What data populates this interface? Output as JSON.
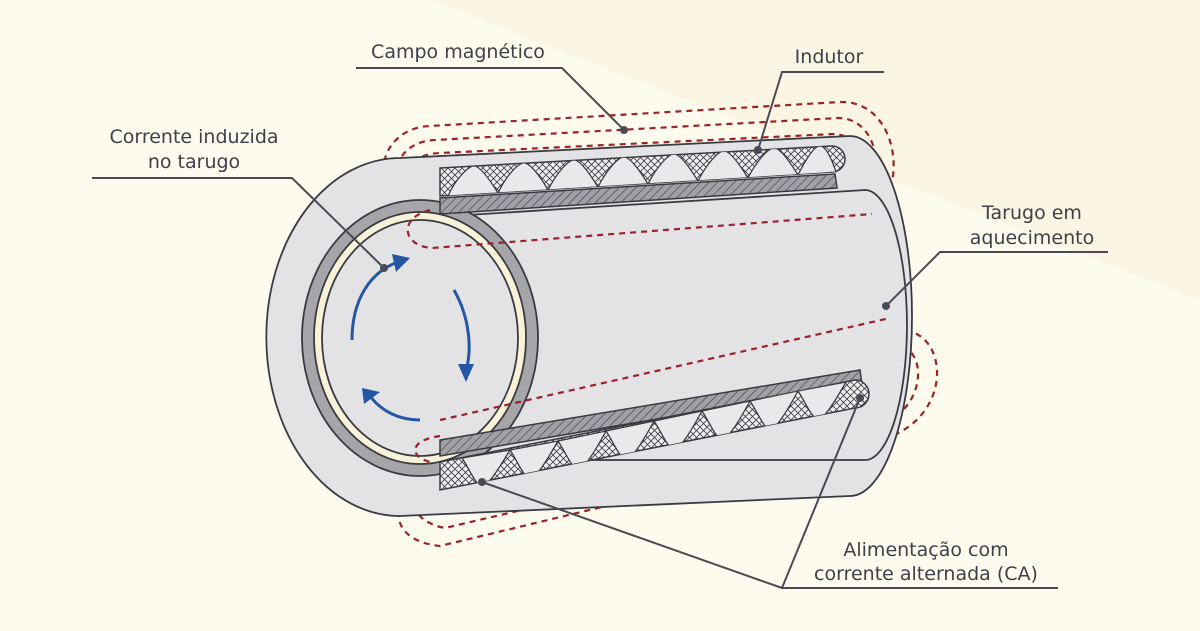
{
  "labels": {
    "magnetic_field": "Campo magnético",
    "inductor": "Indutor",
    "induced_current_line1": "Corrente induzida",
    "induced_current_line2": "no tarugo",
    "billet_line1": "Tarugo em",
    "billet_line2": "aquecimento",
    "ac_supply_line1": "Alimentação com",
    "ac_supply_line2": "corrente alternada (CA)"
  },
  "colors": {
    "background": "#fbf6e3",
    "background_band": "#fdfaee",
    "billet": "#e3e3e6",
    "outline": "#3a3a42",
    "field_lines": "#9b2328",
    "current_arrows": "#2456a4",
    "leader_lines": "#4a4a55",
    "coil_gray": "#a5a5aa"
  }
}
